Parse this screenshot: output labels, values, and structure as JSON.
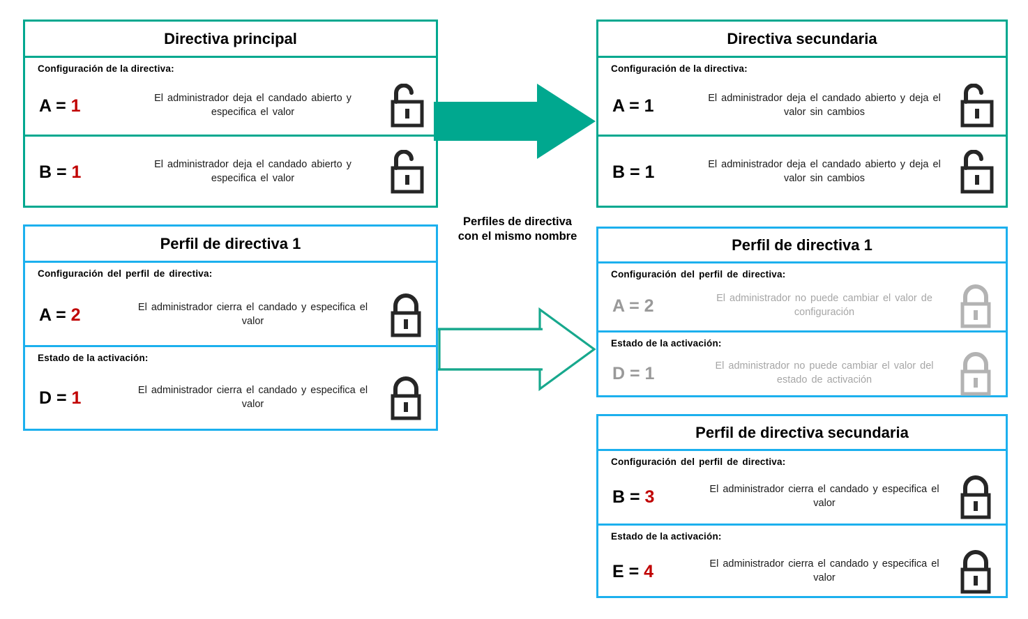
{
  "colors": {
    "teal": "#00a88f",
    "blue": "#1cb0ee",
    "red": "#c00000",
    "dim": "#a6a6a6",
    "black": "#000000"
  },
  "center_caption": {
    "line1": "Perfiles de directiva",
    "line2": "con el mismo nombre"
  },
  "cards": {
    "primary_policy": {
      "title": "Directiva principal",
      "sections": [
        {
          "label": "Configuración  de la directiva:",
          "rows": [
            {
              "key": "A = ",
              "value": "1",
              "description": "El administrador  deja  el candado  abierto  y especifica  el valor",
              "lock": "open-padlock-icon",
              "lock_state": "open",
              "lock_color": "black",
              "dim": false,
              "value_red": true
            }
          ]
        },
        {
          "label": "",
          "rows": [
            {
              "key": "B = ",
              "value": "1",
              "description": "El administrador  deja  el candado  abierto  y especifica  el valor",
              "lock": "open-padlock-icon",
              "lock_state": "open",
              "lock_color": "black",
              "dim": false,
              "value_red": true
            }
          ]
        }
      ]
    },
    "secondary_policy": {
      "title": "Directiva secundaria",
      "sections": [
        {
          "label": "Configuración  de la directiva:",
          "rows": [
            {
              "key": "A = ",
              "value": "1",
              "description": "El administrador  deja  el candado  abierto  y deja  el valor  sin cambios",
              "lock": "open-padlock-icon",
              "lock_state": "open",
              "lock_color": "black",
              "dim": false,
              "value_red": false
            }
          ]
        },
        {
          "label": "",
          "rows": [
            {
              "key": "B = ",
              "value": "1",
              "description": "El administrador  deja  el candado  abierto  y deja  el valor  sin cambios",
              "lock": "open-padlock-icon",
              "lock_state": "open",
              "lock_color": "black",
              "dim": false,
              "value_red": false
            }
          ]
        }
      ]
    },
    "policy_profile_1_left": {
      "title": "Perfil de directiva 1",
      "sections": [
        {
          "label": "Configuración  del perfil  de directiva:",
          "rows": [
            {
              "key": "A = ",
              "value": "2",
              "description": "El administrador  cierra el candado  y especifica el valor",
              "lock": "closed-padlock-icon",
              "lock_state": "closed",
              "lock_color": "black",
              "dim": false,
              "value_red": true
            }
          ]
        },
        {
          "label": "Estado  de la activación:",
          "rows": [
            {
              "key": "D = ",
              "value": "1",
              "description": "El administrador  cierra el candado  y especifica el valor",
              "lock": "closed-padlock-icon",
              "lock_state": "closed",
              "lock_color": "black",
              "dim": false,
              "value_red": true
            }
          ]
        }
      ]
    },
    "policy_profile_1_right": {
      "title": "Perfil de directiva 1",
      "sections": [
        {
          "label": "Configuración  del perfil  de directiva:",
          "rows": [
            {
              "key": "A = ",
              "value": "2",
              "description": "El administrador  no puede  cambiar  el valor  de configuración",
              "lock": "closed-padlock-icon",
              "lock_state": "closed",
              "lock_color": "gray",
              "dim": true,
              "value_red": false
            }
          ]
        },
        {
          "label": "Estado  de la activación:",
          "rows": [
            {
              "key": "D = ",
              "value": "1",
              "description": "El administrador  no puede  cambiar  el valor del estado  de activación",
              "lock": "closed-padlock-icon",
              "lock_state": "closed",
              "lock_color": "gray",
              "dim": true,
              "value_red": false
            }
          ]
        }
      ]
    },
    "secondary_policy_profile": {
      "title": "Perfil de directiva secundaria",
      "sections": [
        {
          "label": "Configuración  del perfil  de directiva:",
          "rows": [
            {
              "key": "B = ",
              "value": "3",
              "description": "El administrador  cierra el candado  y especifica el valor",
              "lock": "closed-padlock-icon",
              "lock_state": "closed",
              "lock_color": "black",
              "dim": false,
              "value_red": true
            }
          ]
        },
        {
          "label": "Estado  de la activación:",
          "rows": [
            {
              "key": "E = ",
              "value": "4",
              "description": "El administrador  cierra el candado  y especifica el valor",
              "lock": "closed-padlock-icon",
              "lock_state": "closed",
              "lock_color": "black",
              "dim": false,
              "value_red": true
            }
          ]
        }
      ]
    }
  },
  "arrows": {
    "solid": {
      "name": "merge-arrow-solid",
      "style": "filled",
      "color": "#00a88f"
    },
    "outline": {
      "name": "merge-arrow-outline",
      "style": "outline",
      "color": "#00a88f"
    }
  }
}
